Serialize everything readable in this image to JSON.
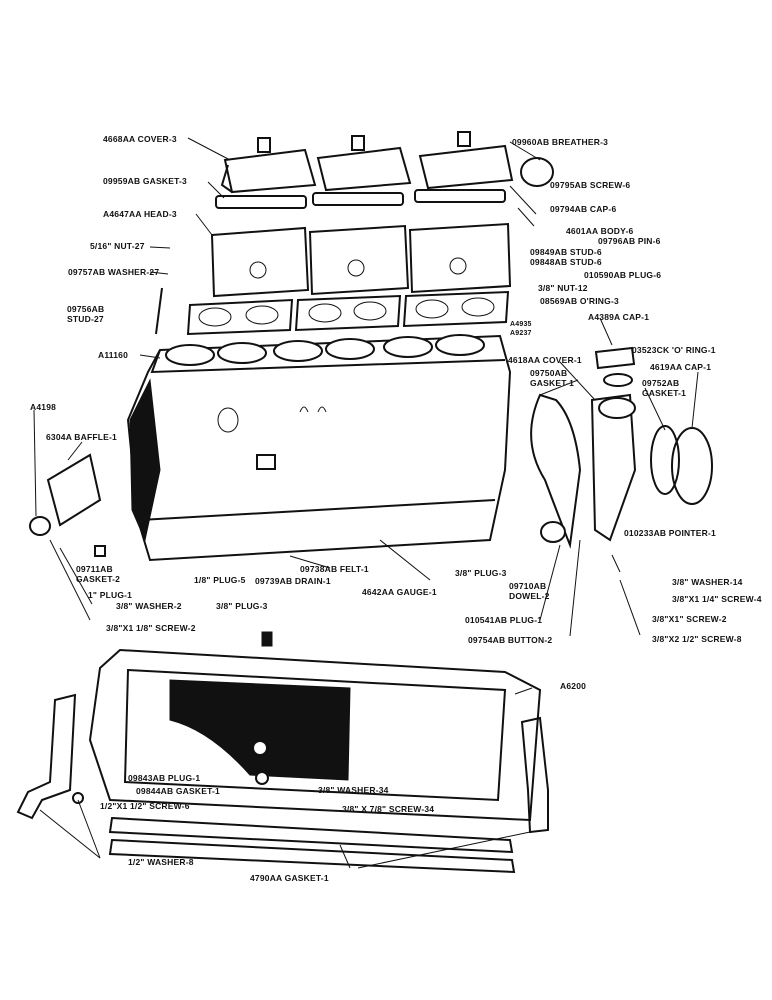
{
  "labels": {
    "cover": "4668AA COVER-3",
    "breather": "09960AB BREATHER-3",
    "gasket_cover": "09959AB GASKET-3",
    "screw6": "09795AB SCREW-6",
    "head": "A4647AA HEAD-3",
    "cap6": "09794AB CAP-6",
    "nut27": "5/16\" NUT-27",
    "body6": "4601AA BODY-6",
    "pin6": "09796AB PIN-6",
    "stud6a": "09849AB STUD-6",
    "stud6b": "09848AB STUD-6",
    "washer27": "09757AB WASHER-27",
    "plug6": "010590AB PLUG-6",
    "nut12": "3/8\" NUT-12",
    "stud27_a": "09756AB",
    "stud27_b": "STUD-27",
    "oring3": "08569AB O'RING-3",
    "a4389": "A4389A CAP-1",
    "a4935": "A4935",
    "a9237": "A9237",
    "block": "A11160",
    "oring1": "03523CK 'O' RING-1",
    "cover1": "4618AA COVER-1",
    "cap1": "4619AA CAP-1",
    "gasket1a": "09750AB",
    "gasket1b": "GASKET-1",
    "gasket1c": "09752AB",
    "gasket1d": "GASKET-1",
    "a4198": "A4198",
    "baffle": "6304A BAFFLE-1",
    "pointer": "010233AB POINTER-1",
    "felt": "09738AB FELT-1",
    "gasket2a": "09711AB",
    "gasket2b": "GASKET-2",
    "plug1a": "1\" PLUG-1",
    "plug5": "1/8\" PLUG-5",
    "drain": "09739AB DRAIN-1",
    "plug3a": "3/8\" PLUG-3",
    "dowel_a": "09710AB",
    "dowel_b": "DOWEL-2",
    "washer14": "3/8\" WASHER-14",
    "screw4": "3/8\"X1 1/4\" SCREW-4",
    "washer2": "3/8\" WASHER-2",
    "plug3b": "3/8\" PLUG-3",
    "gauge": "4642AA GAUGE-1",
    "plug1b": "010541AB PLUG-1",
    "screw2a": "3/8\"X1\" SCREW-2",
    "screw2b": "3/8\"X1 1/8\" SCREW-2",
    "button": "09754AB BUTTON-2",
    "screw8": "3/8\"X2 1/2\" SCREW-8",
    "pan": "A6200",
    "plug1c": "09843AB PLUG-1",
    "gasket1e": "09844AB GASKET-1",
    "screw6b": "1/2\"X1 1/2\" SCREW-6",
    "washer34": "3/8\" WASHER-34",
    "screw34": "3/8\" X 7/8\" SCREW-34",
    "washer8": "1/2\" WASHER-8",
    "gasket4790": "4790AA GASKET-1"
  }
}
